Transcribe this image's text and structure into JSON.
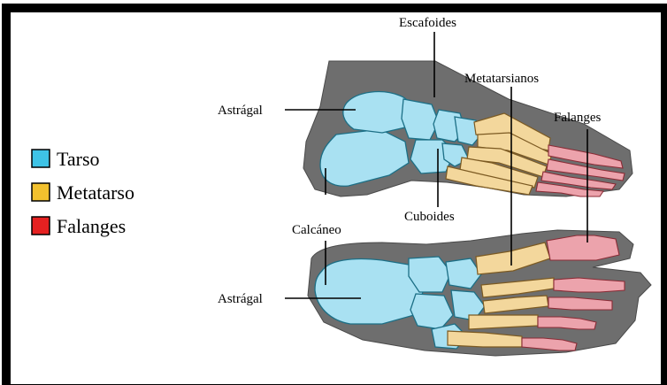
{
  "labels": {
    "escafoides": "Escafoides",
    "metatarsianos": "Metatarsianos",
    "astragal_top": "Astrágal",
    "falanges": "Falanges",
    "cuboides": "Cuboides",
    "calcaneo": "Calcáneo",
    "astragal_bottom": "Astrágal"
  },
  "legend": [
    {
      "label": "Tarso",
      "color": "#3ec3e6"
    },
    {
      "label": "Metatarso",
      "color": "#f2c12e"
    },
    {
      "label": "Falanges",
      "color": "#e52121"
    }
  ],
  "colors": {
    "tarsal_bone": "#a9e1f2",
    "metatarsal_bone": "#f3d79c",
    "phalanx_bone": "#eca3ac",
    "foot_outline": "#6e6e6e"
  }
}
